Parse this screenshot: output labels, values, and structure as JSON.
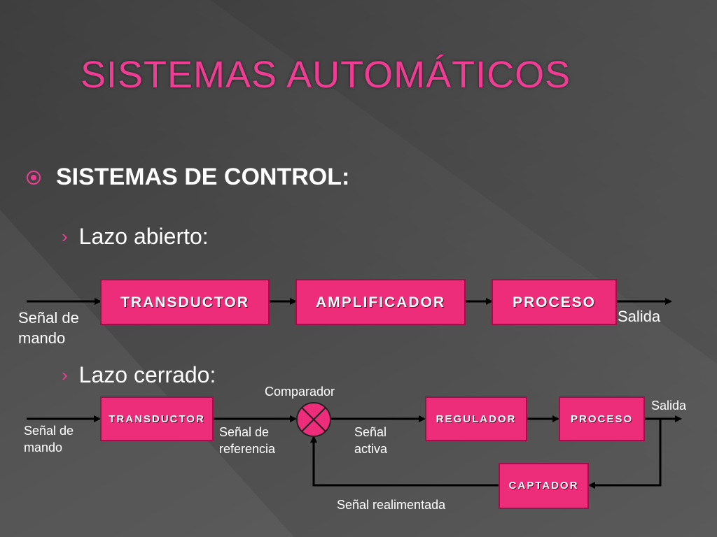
{
  "slide": {
    "title": "SISTEMAS AUTOMÁTICOS",
    "bullet": "SISTEMAS DE CONTROL:",
    "open_loop": {
      "label": "Lazo abierto:",
      "blocks": [
        "TRANSDUCTOR",
        "AMPLIFICADOR",
        "PROCESO"
      ],
      "input_label_line1": "Señal de",
      "input_label_line2": "mando",
      "output_label": "Salida"
    },
    "closed_loop": {
      "label": "Lazo cerrado:",
      "comparator_label": "Comparador",
      "blocks": {
        "transductor": "TRANSDUCTOR",
        "regulador": "REGULADOR",
        "proceso": "PROCESO",
        "captador": "CAPTADOR"
      },
      "input_label_line1": "Señal de",
      "input_label_line2": "mando",
      "reference_line1": "Señal de",
      "reference_line2": "referencia",
      "active_line1": "Señal",
      "active_line2": "activa",
      "output_label": "Salida",
      "feedback_label": "Señal realimentada"
    }
  },
  "colors": {
    "accent": "#ee3d93",
    "block_fill": "#ee2d7a",
    "background": "#4a4a4a"
  }
}
